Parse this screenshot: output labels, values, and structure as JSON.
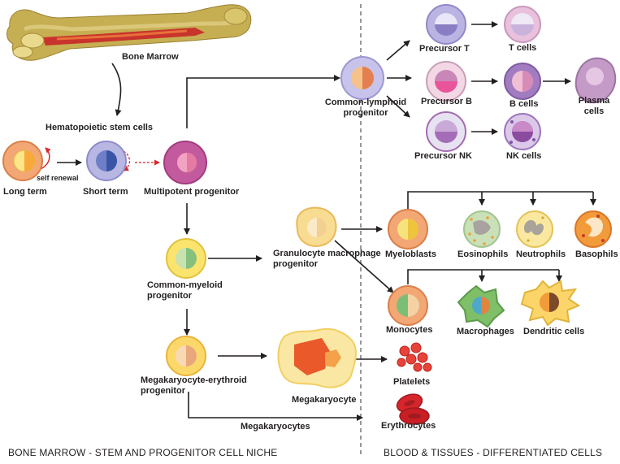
{
  "labels": {
    "bone_marrow": "Bone Marrow",
    "hsc": "Hematopoietic stem cells",
    "self_renewal": "self renewal",
    "long_term": "Long term",
    "short_term": "Short term",
    "multipotent": "Multipotent progenitor",
    "clp_1": "Common-lymphoid",
    "clp_2": "progenitor",
    "precursor_t": "Precursor T",
    "t_cells": "T cells",
    "precursor_b": "Precursor B",
    "b_cells": "B cells",
    "plasma_1": "Plasma",
    "plasma_2": "cells",
    "precursor_nk": "Precursor NK",
    "nk_cells": "NK cells",
    "gmp_1": "Granulocyte macrophage",
    "gmp_2": "progenitor",
    "myeloblasts": "Myeloblasts",
    "eosinophils": "Eosinophils",
    "neutrophils": "Neutrophils",
    "basophils": "Basophils",
    "cmp_1": "Common-myeloid",
    "cmp_2": "progenitor",
    "monocytes": "Monocytes",
    "macrophages": "Macrophages",
    "dendritic": "Dendritic cells",
    "mep_1": "Megakaryocyte-erythroid",
    "mep_2": "progenitor",
    "megakaryocyte": "Megakaryocyte",
    "platelets": "Platelets",
    "megakaryocytes": "Megakaryocytes",
    "erythrocytes": "Erythrocytes"
  },
  "footer": {
    "left": "BONE MARROW - STEM AND PROGENITOR CELL NICHE",
    "right": "BLOOD & TISSUES - DIFFERENTIATED CELLS"
  }
}
